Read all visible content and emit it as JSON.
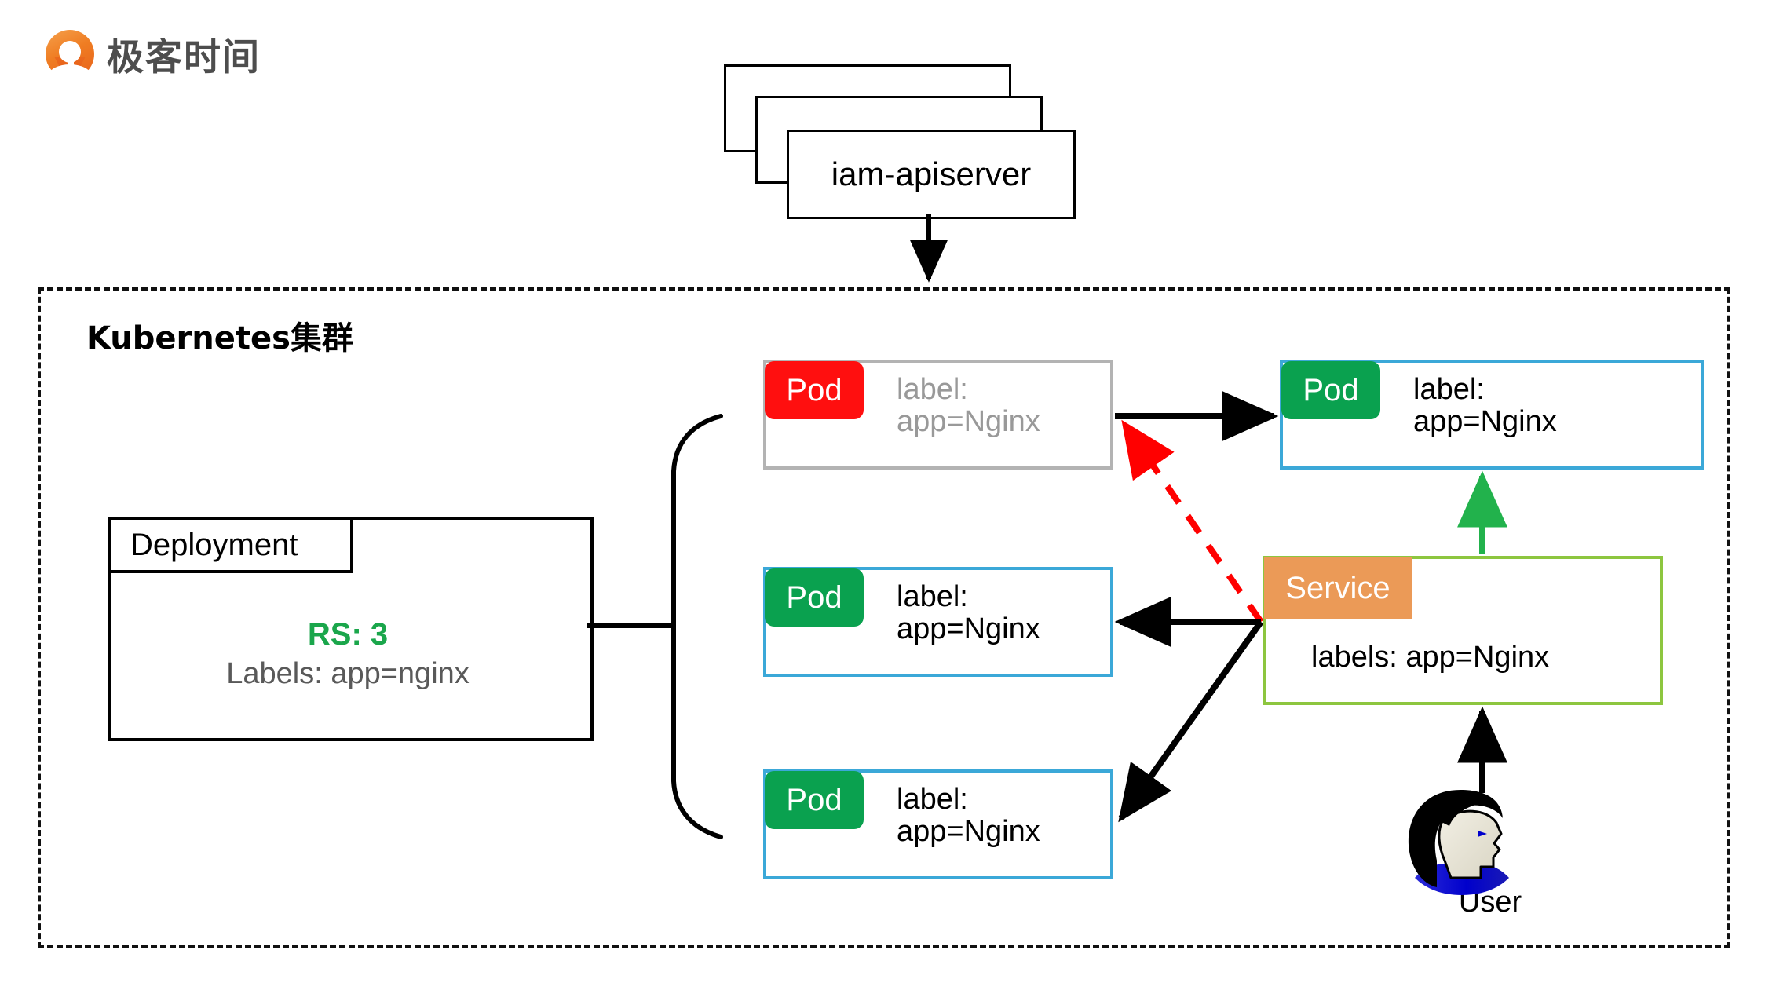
{
  "brand": {
    "name": "极客时间",
    "icon": "location-pin-icon",
    "color": "#ee7623"
  },
  "apiserver": {
    "label": "iam-apiserver",
    "stack_count": 3
  },
  "cluster": {
    "title": "Kubernetes集群",
    "border_style": "dashed"
  },
  "deployment": {
    "title": "Deployment",
    "replicas_text": "RS: 3",
    "replicas_color": "#1aa64b",
    "labels_text": "Labels: app=nginx",
    "labels_color": "#595959"
  },
  "pods": [
    {
      "id": "pod-dead",
      "badge": "Pod",
      "badge_color": "#ff0f0f",
      "border_color": "#b3b3b3",
      "text_color": "#999999",
      "text": "label:\napp=Nginx",
      "state": "terminating"
    },
    {
      "id": "pod-a",
      "badge": "Pod",
      "badge_color": "#0aa14f",
      "border_color": "#3ba8d8",
      "text_color": "#000000",
      "text": "label:\napp=Nginx",
      "state": "running"
    },
    {
      "id": "pod-b",
      "badge": "Pod",
      "badge_color": "#0aa14f",
      "border_color": "#3ba8d8",
      "text_color": "#000000",
      "text": "label:\napp=Nginx",
      "state": "running"
    },
    {
      "id": "pod-c",
      "badge": "Pod",
      "badge_color": "#0aa14f",
      "border_color": "#3ba8d8",
      "text_color": "#000000",
      "text": "label:\napp=Nginx",
      "state": "running"
    }
  ],
  "service": {
    "badge": "Service",
    "badge_color": "#eb9a57",
    "border_color": "#8dc63f",
    "labels_text": "labels:  app=Nginx"
  },
  "user": {
    "label": "User",
    "icon": "user-avatar-icon"
  },
  "connectors": [
    {
      "name": "apiserver-to-cluster",
      "style": "solid",
      "color": "#000000"
    },
    {
      "name": "deployment-to-pods-brace",
      "style": "solid",
      "color": "#000000"
    },
    {
      "name": "dead-pod-to-new-pod",
      "style": "solid",
      "color": "#000000"
    },
    {
      "name": "service-to-dead-pod",
      "style": "dashed",
      "color": "#ff0000"
    },
    {
      "name": "service-to-pod-b",
      "style": "solid",
      "color": "#000000"
    },
    {
      "name": "service-to-pod-c",
      "style": "solid",
      "color": "#000000"
    },
    {
      "name": "service-to-pod-a",
      "style": "solid",
      "color": "#22b24c"
    },
    {
      "name": "user-to-service",
      "style": "solid",
      "color": "#000000"
    }
  ]
}
